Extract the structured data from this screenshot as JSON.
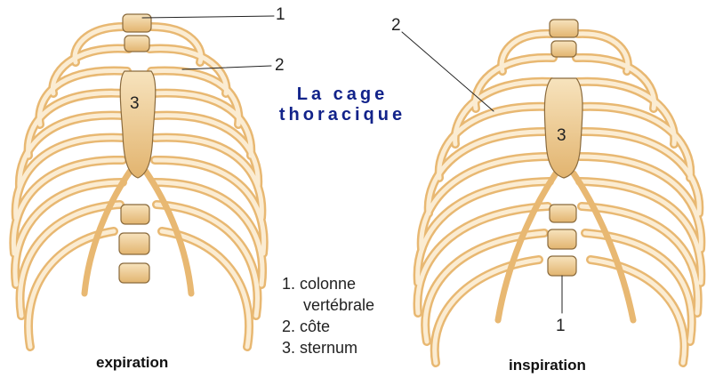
{
  "title": [
    "La cage",
    "thoracique"
  ],
  "legend": [
    "1. colonne",
    "vertébrale",
    "2. côte",
    "3. sternum"
  ],
  "panels": [
    {
      "caption": "expiration",
      "labels": {
        "spine": "1",
        "rib": "2",
        "sternum": "3"
      }
    },
    {
      "caption": "inspiration",
      "labels": {
        "spine": "1",
        "rib": "2",
        "sternum": "3"
      }
    }
  ],
  "colors": {
    "bone": "#f2d6a4",
    "bone_dark": "#d9a45a",
    "outline": "#8a6a3c",
    "title": "#12238a"
  }
}
